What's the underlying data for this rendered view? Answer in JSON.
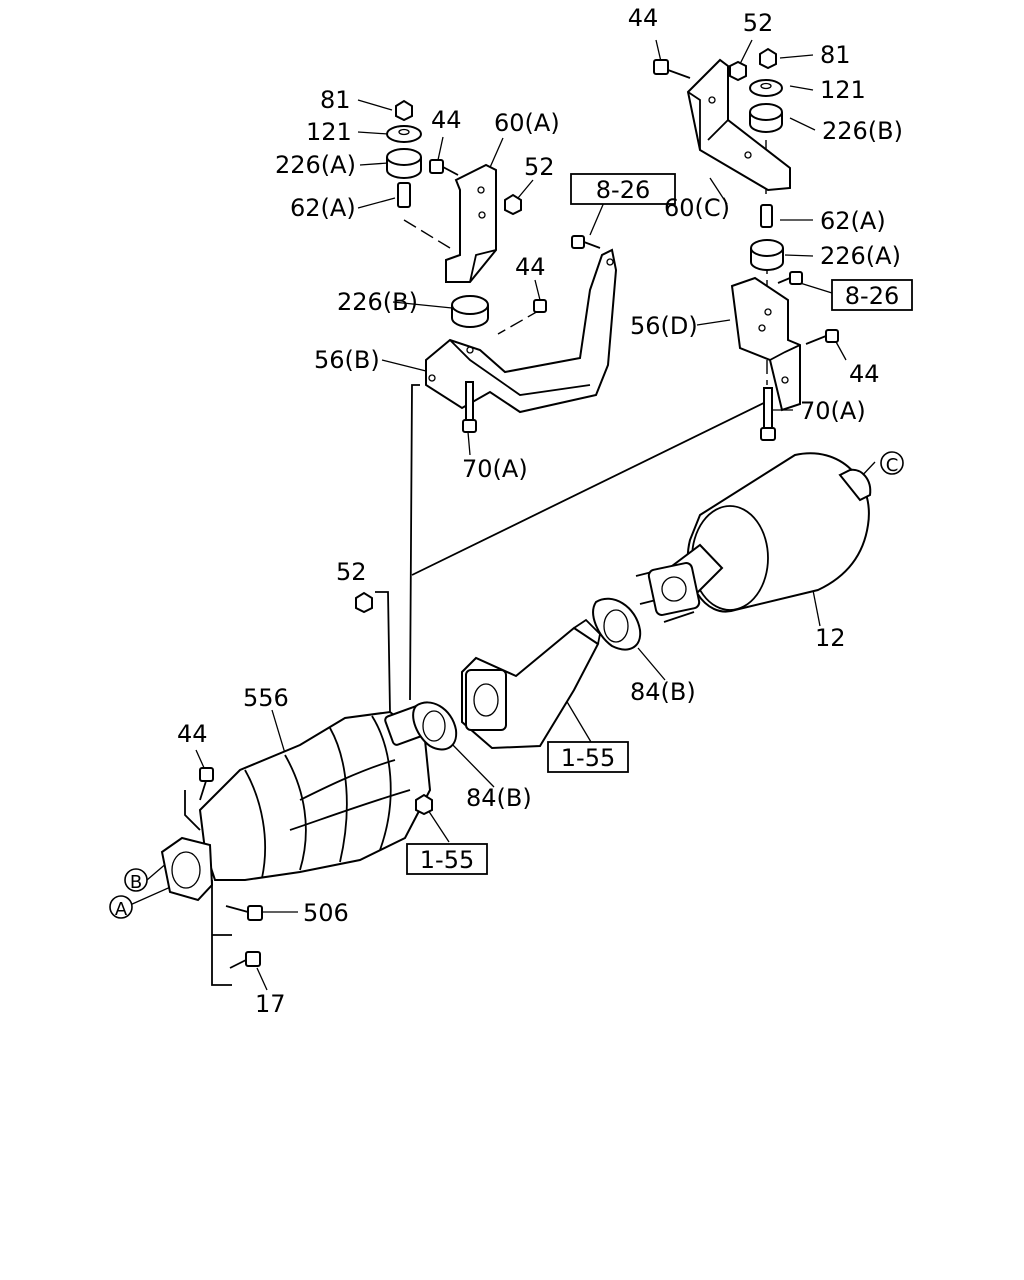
{
  "labels": {
    "p44_top_right": "44",
    "p52_top_right": "52",
    "p81_right": "81",
    "p121_right": "121",
    "p226b_right": "226(B)",
    "p60c": "60(C)",
    "p62a_right": "62(A)",
    "p226a_right": "226(A)",
    "p56d": "56(D)",
    "p44_right_mid": "44",
    "p70a_right": "70(A)",
    "p81_left": "81",
    "p121_left": "121",
    "p226a_left": "226(A)",
    "p62a_left": "62(A)",
    "p44_left_top": "44",
    "p60a": "60(A)",
    "p52_left_top": "52",
    "p44_mid": "44",
    "p226b_left": "226(B)",
    "p56b": "56(B)",
    "p70a_left": "70(A)",
    "p52_mid": "52",
    "p12": "12",
    "p84b_right": "84(B)",
    "p556": "556",
    "p44_bottom": "44",
    "p84b_lower": "84(B)",
    "p506": "506",
    "p17": "17"
  },
  "refs": {
    "ref_8_26_top": "8-26",
    "ref_8_26_right": "8-26",
    "ref_1_55_mid": "1-55",
    "ref_1_55_lower": "1-55"
  },
  "markers": {
    "a": "A",
    "b": "B",
    "c": "C"
  }
}
